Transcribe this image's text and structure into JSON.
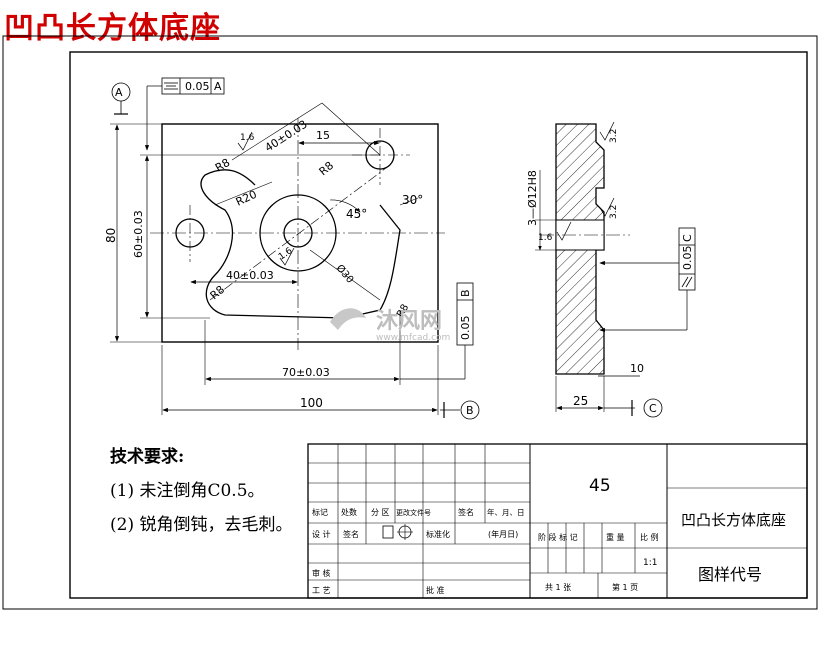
{
  "title": "凹凸长方体底座",
  "tech_requirements": {
    "heading": "技术要求:",
    "items": [
      "(1) 未注倒角C0.5。",
      "(2) 锐角倒钝，去毛刺。"
    ]
  },
  "datums": [
    "A",
    "B",
    "C"
  ],
  "gtol": {
    "flatness_value": "0.05",
    "flatness_ref": "A",
    "symmetry_value": "0.05",
    "symmetry_ref": "B",
    "parallel_value": "0.05",
    "parallel_ref": "C"
  },
  "dims": {
    "d100": "100",
    "d80": "80",
    "d70": "70±0.03",
    "d60": "60±0.03",
    "d40h": "40±0.03",
    "d40d": "40±0.03",
    "d15": "15",
    "r8a": "R8",
    "r8b": "R8",
    "r8c": "R8",
    "r8d": "R8",
    "r20": "R20",
    "ang45": "45°",
    "ang30": "30°",
    "phi30": "Ø30",
    "holes": "3—Ø12H8",
    "d25": "25",
    "d10": "10",
    "rough16a": "1.6",
    "rough16b": "1.6",
    "rough16c": "1.6",
    "rough32a": "3.2",
    "rough32b": "3.2"
  },
  "watermark": {
    "brand": "沐风网",
    "url": "www.mfcad.com"
  },
  "titleblock": {
    "material": "45",
    "part_name": "凹凸长方体底座",
    "drawing_no": "图样代号",
    "scale": "1:1",
    "h_mark": "标记",
    "h_count": "处数",
    "h_zone": "分 区",
    "h_docno": "更改文件号",
    "h_sign": "签名",
    "h_date": "年、月、日",
    "h_design": "设 计",
    "h_sign2": "签名",
    "h_std": "标准化",
    "h_date2": "(年月日)",
    "h_stage": "阶 段 标 记",
    "h_weight": "重 量",
    "h_ratio": "比 例",
    "h_check": "审 核",
    "h_process": "工 艺",
    "h_approve": "批 准",
    "sheets": "共 1 张",
    "sheet": "第 1 页"
  }
}
